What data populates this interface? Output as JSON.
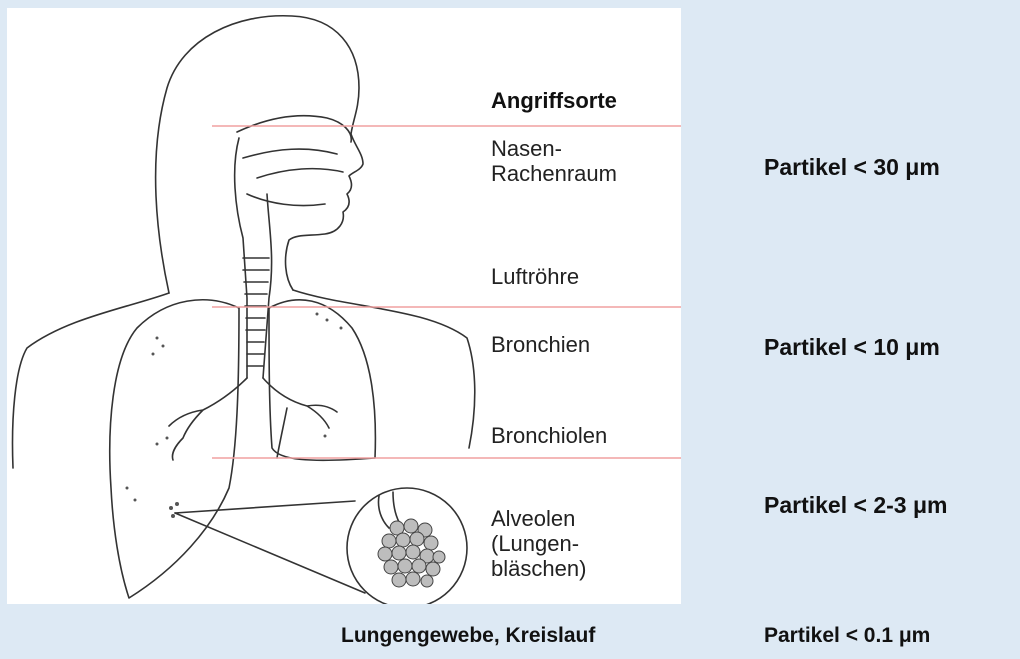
{
  "heading": "Angriffsorte",
  "sites": [
    {
      "lines": [
        "Nasen-",
        "Rachenraum"
      ]
    },
    {
      "lines": [
        "Luftröhre"
      ]
    },
    {
      "lines": [
        "Bronchien"
      ]
    },
    {
      "lines": [
        "Bronchiolen"
      ]
    },
    {
      "lines": [
        "Alveolen",
        "(Lungen-",
        "bläschen)"
      ]
    }
  ],
  "particles": [
    "Partikel < 30 μm",
    "Partikel < 10 μm",
    "Partikel < 2-3 μm"
  ],
  "bottom": {
    "left": "Lungengewebe, Kreislauf",
    "right": "Partikel < 0.1 μm"
  },
  "colors": {
    "background": "#dde9f4",
    "divider": "#f0a0a0",
    "drawing": "#333333"
  }
}
